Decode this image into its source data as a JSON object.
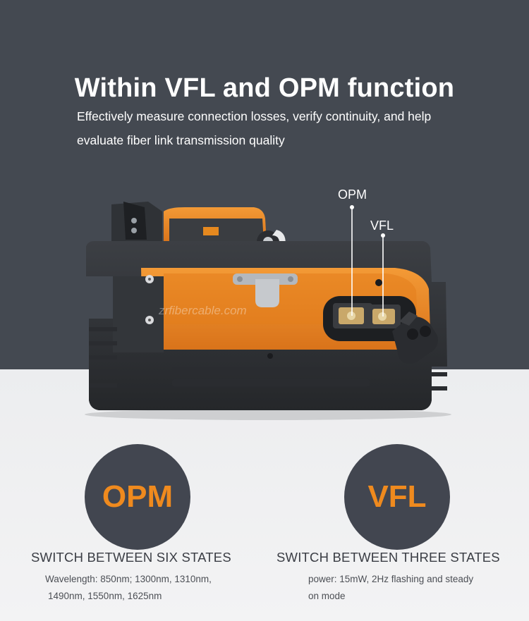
{
  "header": {
    "title": "Within VFL and OPM function",
    "subtitle_line1": "Effectively measure connection losses, verify continuity, and help",
    "subtitle_line2": "evaluate fiber link transmission quality"
  },
  "device": {
    "opm_label": "OPM",
    "vfl_label": "VFL",
    "watermark": "zrfibercable.com"
  },
  "features": [
    {
      "badge": "OPM",
      "title": "SWITCH BETWEEN SIX STATES",
      "detail_line1": "Wavelength: 850nm; 1300nm, 1310nm,",
      "detail_line2": "1490nm, 1550nm, 1625nm"
    },
    {
      "badge": "VFL",
      "title": "SWITCH BETWEEN THREE STATES",
      "detail_line1": "power: 15mW, 2Hz flashing and steady",
      "detail_line2": "on mode"
    }
  ],
  "colors": {
    "dark_background": "#444951",
    "light_background": "#ececee",
    "accent_orange": "#ef8a1e",
    "device_body": "#33363a"
  }
}
